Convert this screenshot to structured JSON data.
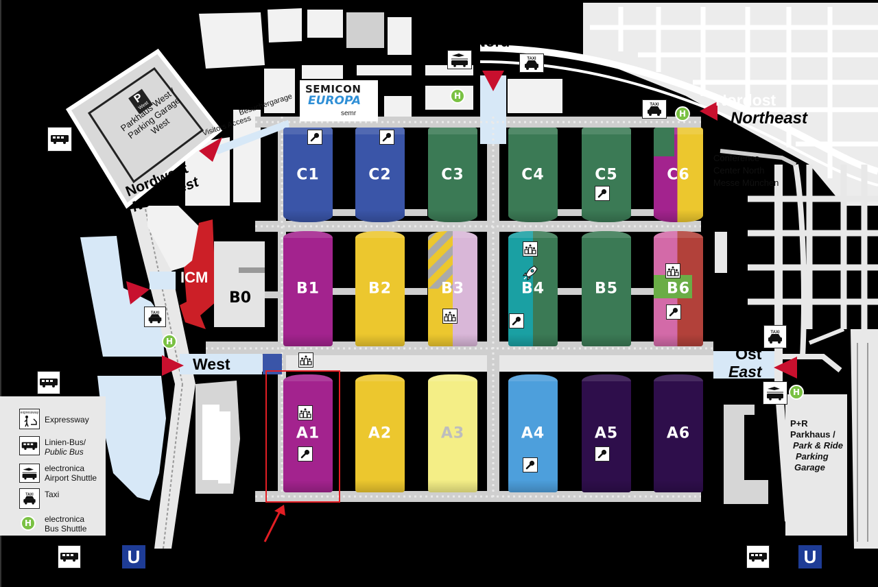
{
  "halls": {
    "C1": "C1",
    "C2": "C2",
    "C3": "C3",
    "C4": "C4",
    "C5": "C5",
    "C6": "C6",
    "B0": "B0",
    "B1": "B1",
    "B2": "B2",
    "B3": "B3",
    "B4": "B4",
    "B5": "B5",
    "B6": "B6",
    "A1": "A1",
    "A2": "A2",
    "A3": "A3",
    "A4": "A4",
    "A5": "A5",
    "A6": "A6",
    "ICM": "ICM"
  },
  "colors": {
    "hall_blue": "#3a55a8",
    "hall_green": "#3b7a55",
    "hall_magenta": "#a3238e",
    "hall_yellow": "#ecc72e",
    "hall_lightyellow": "#f4ee86",
    "hall_lightpurple": "#d9b7d8",
    "hall_teal": "#1aa0a3",
    "hall_pink": "#d36aa8",
    "hall_brickred": "#b2413a",
    "hall_skyblue": "#4d9fdc",
    "hall_darkpurple": "#2e0e4b",
    "icm_red": "#cc1f27",
    "arrow_red": "#c8102e",
    "water_blue": "#d7e8f7",
    "badge_green": "#7ac143",
    "ubahn_blue": "#1e3c96"
  },
  "entrances": {
    "west_label": "West",
    "east_de": "Ost",
    "east_en": "East",
    "northeast_de": "Nordost",
    "northeast_en": "Northeast",
    "northwest_de": "Nordwest",
    "northwest_en": "Northwest",
    "north_partial": "Nord"
  },
  "places": {
    "parkhaus_west_line1": "Parkhaus West /",
    "parkhaus_west_line2": "Parking Garage",
    "parkhaus_west_line3": "West",
    "parkhaus_west_p": "P",
    "parkhaus_west_p_sub": "West",
    "besucher_line1": "Besuchergarage",
    "besucher_line2": "Visitors Access",
    "conference_line1": "Conference",
    "conference_line2": "Center North",
    "conference_line3": "Messe München",
    "pr_line1": "P+R",
    "pr_line2": "Parkhaus /",
    "pr_line3": "Park & Ride",
    "pr_line4": "Parking",
    "pr_line5": "Garage"
  },
  "sponsor": {
    "line1": "SEMICON",
    "line2": "EUROPA",
    "line3": "semr"
  },
  "legend": {
    "items": [
      {
        "label": "Expressway",
        "label2": "",
        "icon": "expressway-icon",
        "icon_text": "expressway"
      },
      {
        "label": "Linien-Bus/",
        "label2": "Public Bus",
        "icon": "bus-icon"
      },
      {
        "label": "electronica",
        "label2": "Airport Shuttle",
        "icon": "airport-shuttle-icon"
      },
      {
        "label": "Taxi",
        "label2": "",
        "icon": "taxi-icon"
      },
      {
        "label": "electronica",
        "label2": "Bus Shuttle",
        "icon": "h-bus-shuttle-icon"
      }
    ]
  },
  "symbols": {
    "taxi_text": "TAXI",
    "h_letter": "H",
    "u_letter": "U"
  }
}
